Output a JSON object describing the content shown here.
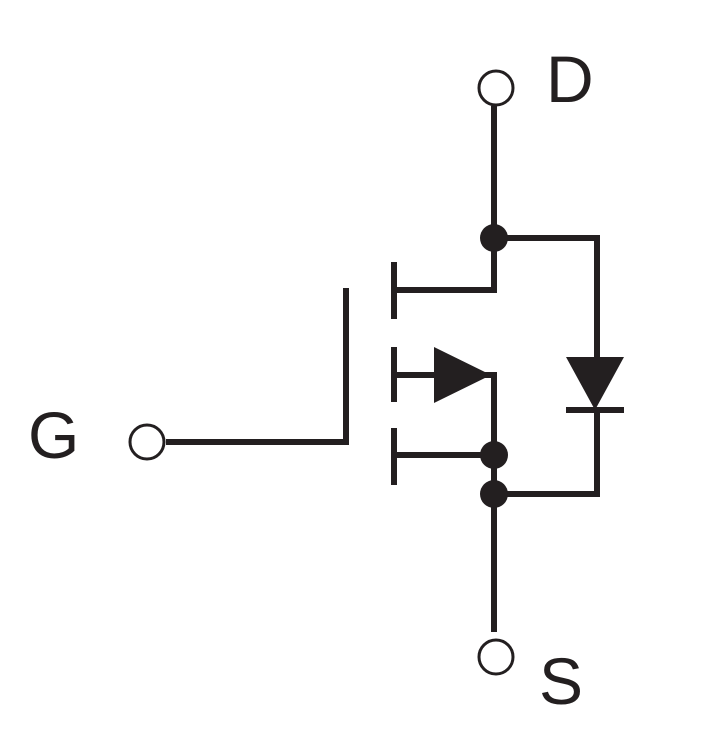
{
  "terminals": {
    "drain": "D",
    "gate": "G",
    "source": "S"
  },
  "colors": {
    "ink": "#231f20",
    "background": "#ffffff"
  }
}
